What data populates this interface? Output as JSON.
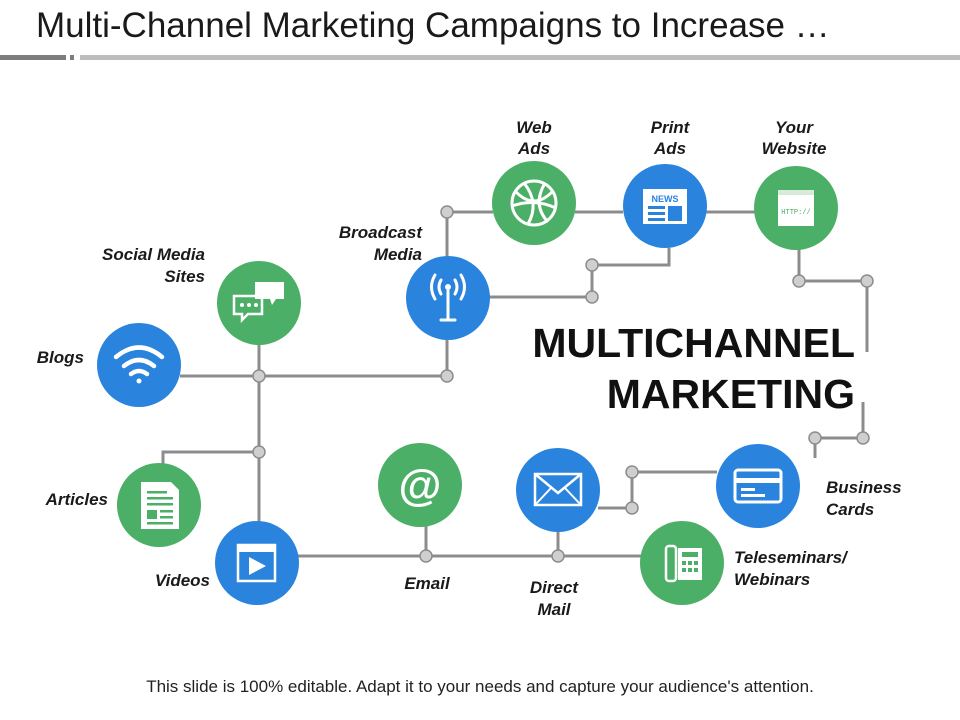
{
  "title": "Multi-Channel Marketing Campaigns to Increase …",
  "center_text": [
    "MULTICHANNEL",
    "MARKETING"
  ],
  "footer": "This slide is 100% editable. Adapt it to your needs and capture your audience's attention.",
  "colors": {
    "green": "#4caf67",
    "blue": "#2a84dd",
    "connector": "#8c8c8c",
    "header_bar": "#9a9a9a"
  },
  "channels": [
    {
      "id": "web-ads",
      "label": [
        "Web",
        "Ads"
      ],
      "icon": "globe-icon",
      "color": "green"
    },
    {
      "id": "print-ads",
      "label": [
        "Print",
        "Ads"
      ],
      "icon": "newspaper-icon",
      "icon_text": "NEWS",
      "color": "blue"
    },
    {
      "id": "your-website",
      "label": [
        "Your",
        "Website"
      ],
      "icon": "browser-icon",
      "icon_text": "HTTP://",
      "color": "green"
    },
    {
      "id": "broadcast-media",
      "label": [
        "Broadcast",
        "Media"
      ],
      "icon": "antenna-icon",
      "color": "blue"
    },
    {
      "id": "social-media-sites",
      "label": [
        "Social Media",
        "Sites"
      ],
      "icon": "chat-bubbles-icon",
      "color": "green"
    },
    {
      "id": "blogs",
      "label": [
        "Blogs"
      ],
      "icon": "wifi-icon",
      "color": "blue"
    },
    {
      "id": "articles",
      "label": [
        "Articles"
      ],
      "icon": "document-icon",
      "color": "green"
    },
    {
      "id": "videos",
      "label": [
        "Videos"
      ],
      "icon": "video-player-icon",
      "color": "blue"
    },
    {
      "id": "email",
      "label": [
        "Email"
      ],
      "icon": "at-sign-icon",
      "icon_text": "@",
      "color": "green"
    },
    {
      "id": "direct-mail",
      "label": [
        "Direct",
        "Mail"
      ],
      "icon": "envelope-icon",
      "color": "blue"
    },
    {
      "id": "teleseminars-webinars",
      "label": [
        "Teleseminars/",
        "Webinars"
      ],
      "icon": "telephone-icon",
      "color": "green"
    },
    {
      "id": "business-cards",
      "label": [
        "Business",
        "Cards"
      ],
      "icon": "card-icon",
      "color": "blue"
    }
  ]
}
